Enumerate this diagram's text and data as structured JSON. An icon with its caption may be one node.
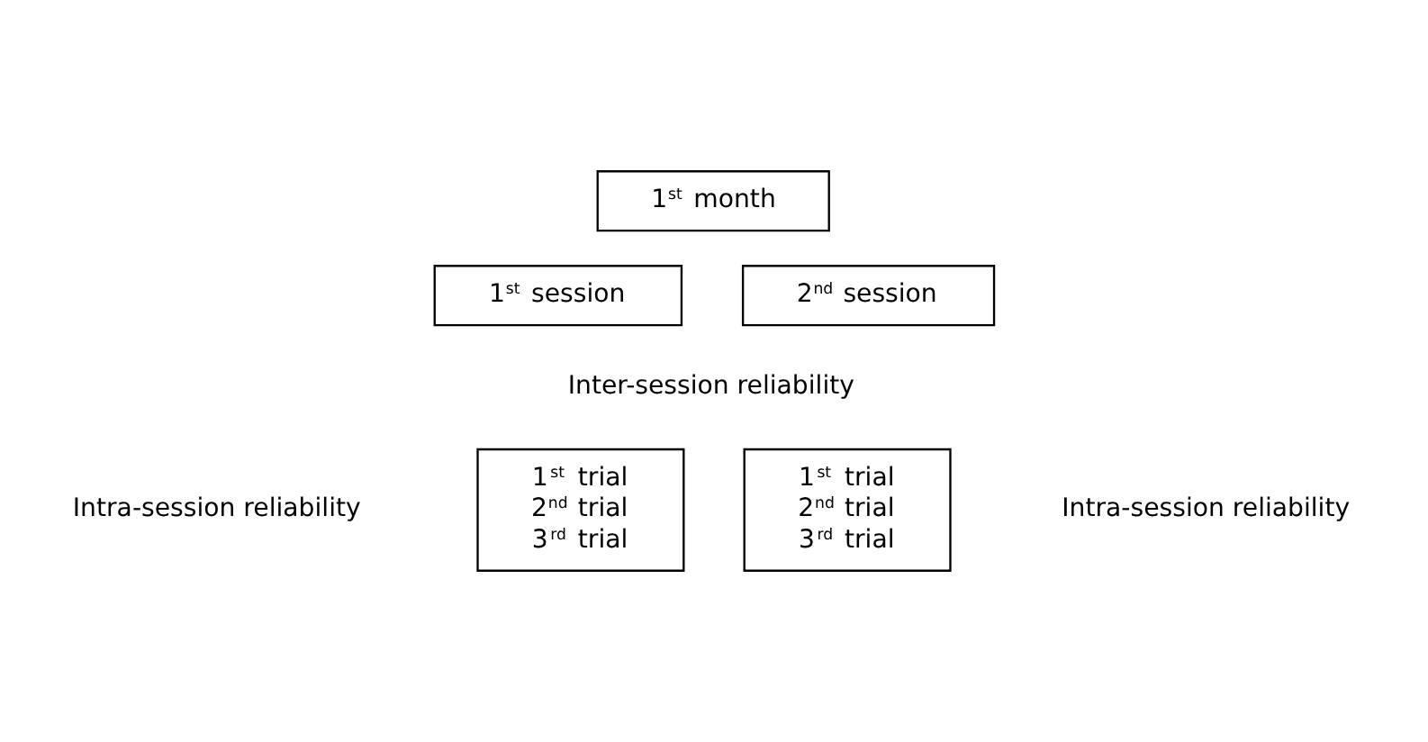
{
  "diagram": {
    "nodes": [
      {
        "text": [
          "1$^{st}$ month"
        ]
      },
      {
        "text": [
          "1$^{st}$ session"
        ]
      },
      {
        "text": [
          "2$^{nd}$ session"
        ]
      },
      {
        "text": [
          "1$^{st}$ trial",
          "2$^{nd}$ trial",
          "3$^{rd}$ trial"
        ]
      },
      {
        "text": [
          "1$^{st}$ trial",
          "2$^{nd}$ trial",
          "3$^{rd}$ trial"
        ]
      }
    ],
    "labels": [
      "Inter-session reliability",
      "Intra-session reliability",
      "Intra-session reliability"
    ]
  }
}
